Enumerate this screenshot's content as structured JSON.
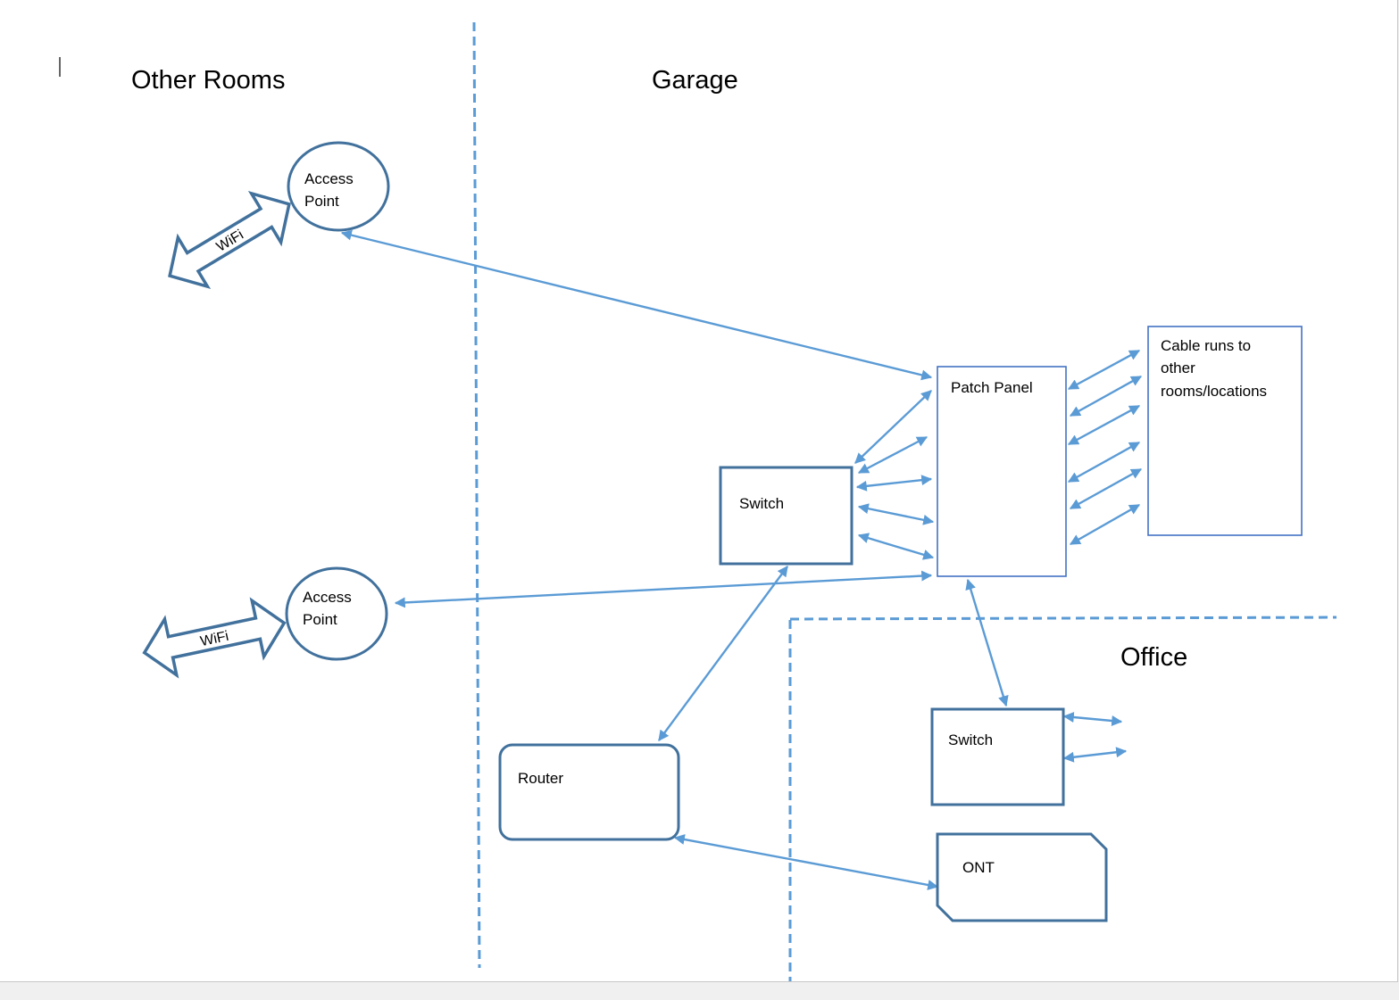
{
  "zones": {
    "other_rooms": "Other Rooms",
    "garage": "Garage",
    "office": "Office"
  },
  "nodes": {
    "access_point_top": [
      "Access",
      "Point"
    ],
    "access_point_bottom": [
      "Access",
      "Point"
    ],
    "patch_panel": "Patch Panel",
    "cable_runs": [
      "Cable runs to",
      "other",
      "rooms/locations"
    ],
    "switch_garage": "Switch",
    "router": "Router",
    "switch_office": "Switch",
    "ont": "ONT"
  },
  "wireless": {
    "top": "WiFi",
    "bottom": "WiFi"
  },
  "colors": {
    "shape_outline": "#41719c",
    "connector": "#5b9bd5",
    "divider": "#5b9bd5"
  }
}
